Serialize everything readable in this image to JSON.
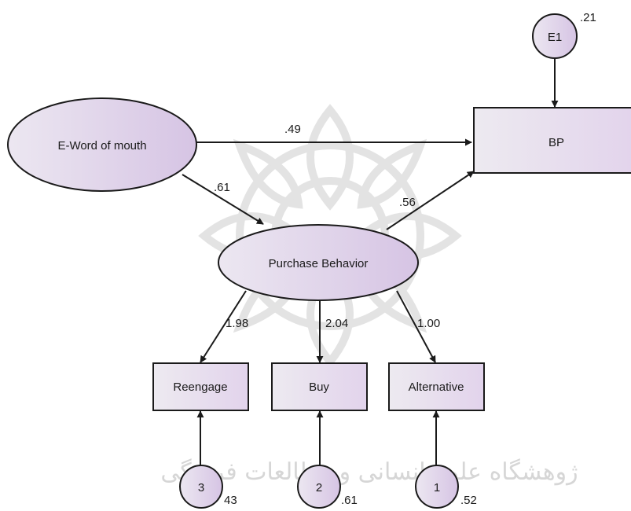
{
  "nodes": {
    "latent_eword": "E-Word of mouth",
    "latent_purchase": "Purchase Behavior",
    "observed_bp": "BP",
    "observed_reengage": "Reengage",
    "observed_buy": "Buy",
    "observed_alternative": "Alternative",
    "error_e1": "E1",
    "error_3": "3",
    "error_2": "2",
    "error_1": "1"
  },
  "paths": {
    "eword_to_bp": ".49",
    "eword_to_purchase": ".61",
    "purchase_to_bp": ".56",
    "purchase_to_reengage": "1.98",
    "purchase_to_buy": "2.04",
    "purchase_to_alternative": "1.00"
  },
  "variances": {
    "e1": ".21",
    "err3": "43",
    "err2": ".61",
    "err1": ".52"
  },
  "watermark_text": "ژوهشگاه علوم انسانی و مطالعات فرهنگی",
  "colors": {
    "node_fill_start": "#e8e2ee",
    "node_fill_end": "#d9c8e6",
    "box_fill": "#e9e4ee",
    "stroke": "#2a2a2a",
    "watermark": "#d8d8d8"
  }
}
